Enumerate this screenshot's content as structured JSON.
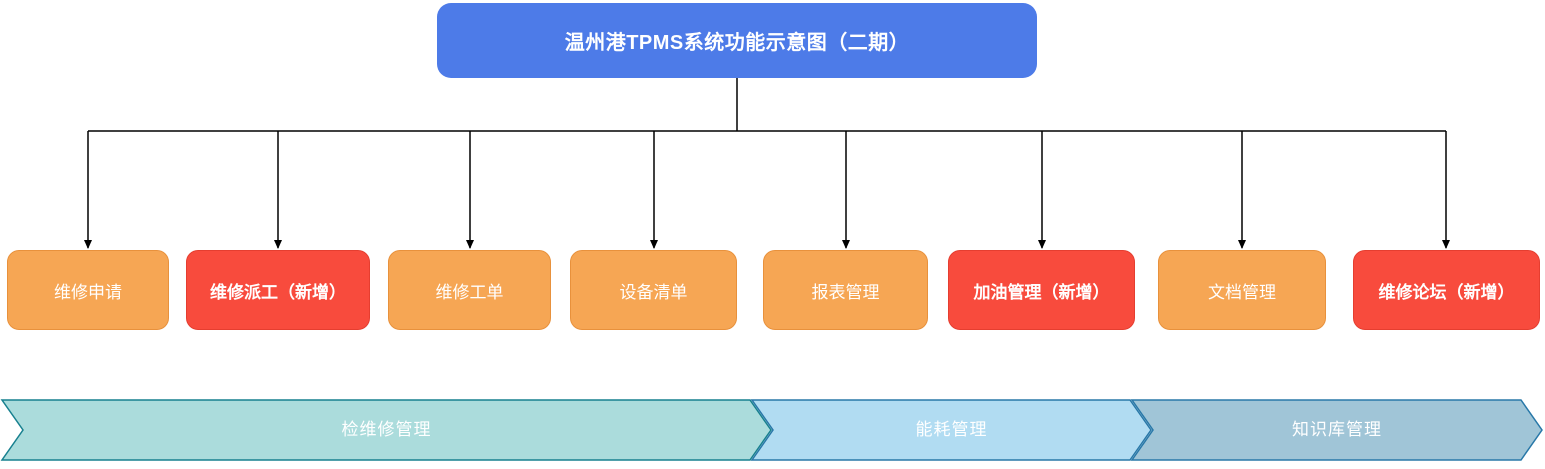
{
  "title": {
    "label": "温州港TPMS系统功能示意图（二期）",
    "fill": "#4D7BE8",
    "text_color": "#FFFFFF"
  },
  "modules": [
    {
      "label": "维修申请",
      "status": "existing"
    },
    {
      "label": "维修派工（新增）",
      "status": "new"
    },
    {
      "label": "维修工单",
      "status": "existing"
    },
    {
      "label": "设备清单",
      "status": "existing"
    },
    {
      "label": "报表管理",
      "status": "existing"
    },
    {
      "label": "加油管理（新增）",
      "status": "new"
    },
    {
      "label": "文档管理",
      "status": "existing"
    },
    {
      "label": "维修论坛（新增）",
      "status": "new"
    }
  ],
  "colors": {
    "module_existing_fill": "#F6A654",
    "module_existing_border": "#E8913C",
    "module_new_fill": "#F84B3D",
    "module_new_border": "#E53E30",
    "connector": "#000000"
  },
  "lanes": [
    {
      "label": "检维修管理",
      "fill": "#ABDCDC",
      "border": "#17808F"
    },
    {
      "label": "能耗管理",
      "fill": "#B1DCF2",
      "border": "#2878A8"
    },
    {
      "label": "知识库管理",
      "fill": "#A0C5D7",
      "border": "#2878A8"
    }
  ]
}
